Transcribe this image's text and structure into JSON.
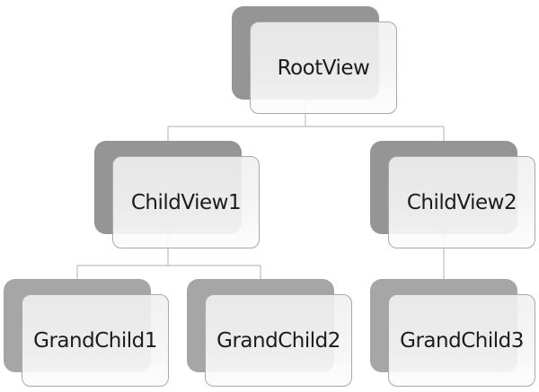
{
  "diagram": {
    "type": "hierarchy-tree",
    "levels": 3,
    "colors": {
      "back_card_upper_levels": "#959595",
      "back_card_bottom_level": "#a6a6a6",
      "card_border": "#a9a9a9",
      "card_fill": "#f2f2f2",
      "connector_line": "#bdbdbd",
      "text": "#1c1c1c",
      "background": "#ffffff"
    },
    "nodes": [
      {
        "label": "RootView",
        "level": 1,
        "parent": null
      },
      {
        "label": "ChildView1",
        "level": 2,
        "parent": "RootView"
      },
      {
        "label": "ChildView2",
        "level": 2,
        "parent": "RootView"
      },
      {
        "label": "GrandChild1",
        "level": 3,
        "parent": "ChildView1"
      },
      {
        "label": "GrandChild2",
        "level": 3,
        "parent": "ChildView1"
      },
      {
        "label": "GrandChild3",
        "level": 3,
        "parent": "ChildView2"
      }
    ]
  }
}
